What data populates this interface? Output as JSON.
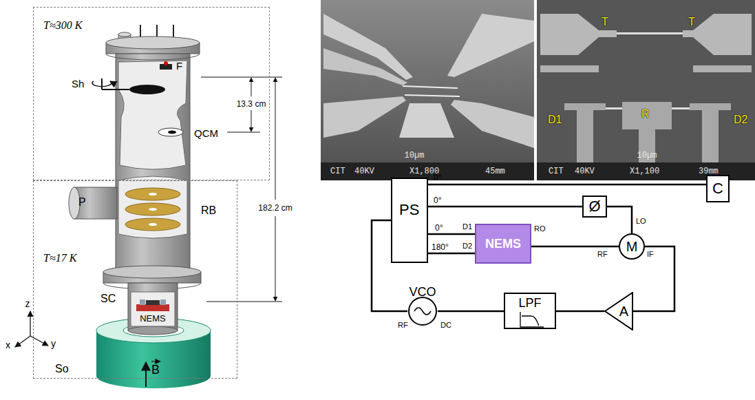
{
  "diagram": {
    "nodes": [
      {
        "text": [
          "T≈300 K"
        ]
      },
      {
        "text": [
          "T≈17 K"
        ]
      },
      {
        "text": [
          "PS"
        ]
      },
      {
        "text": [
          "C"
        ]
      },
      {
        "text": [
          "Ø"
        ]
      },
      {
        "text": [
          "NEMS"
        ]
      },
      {
        "text": [
          "M"
        ]
      },
      {
        "text": [
          "A"
        ]
      },
      {
        "text": [
          "LPF"
        ]
      },
      {
        "text": [
          "VCO"
        ]
      }
    ],
    "edges": [
      {
        "from": 2,
        "to": 3,
        "arrow": "none",
        "label": "0°"
      },
      {
        "from": 2,
        "to": 4,
        "arrow": "none",
        "label": "0°"
      },
      {
        "from": 2,
        "to": 5,
        "arrow": "none",
        "label": "0°"
      },
      {
        "from": 2,
        "to": 5,
        "arrow": "none",
        "label": "180°"
      },
      {
        "from": 4,
        "to": 6,
        "arrow": "none"
      },
      {
        "from": 5,
        "to": 6,
        "arrow": "none"
      },
      {
        "from": 6,
        "to": 7,
        "arrow": "none"
      },
      {
        "from": 7,
        "to": 8,
        "arrow": "none"
      },
      {
        "from": 8,
        "to": 9,
        "arrow": "none"
      },
      {
        "from": 9,
        "to": 2,
        "arrow": "none"
      }
    ],
    "labels": [
      "13.3 cm",
      "182.2 cm",
      "F",
      "Sh",
      "QCM",
      "P",
      "RB",
      "SC",
      "NEMS",
      "So",
      "B",
      "z",
      "x",
      "y",
      "CIT",
      "40KV",
      "X1,800",
      "45mm",
      "10µm",
      "T",
      "T",
      "D1",
      "R",
      "D2",
      "CIT",
      "40KV",
      "X1,100",
      "39mm",
      "10µm",
      "D1",
      "D2",
      "RO",
      "LO",
      "RF",
      "IF",
      "RF",
      "DC"
    ]
  }
}
